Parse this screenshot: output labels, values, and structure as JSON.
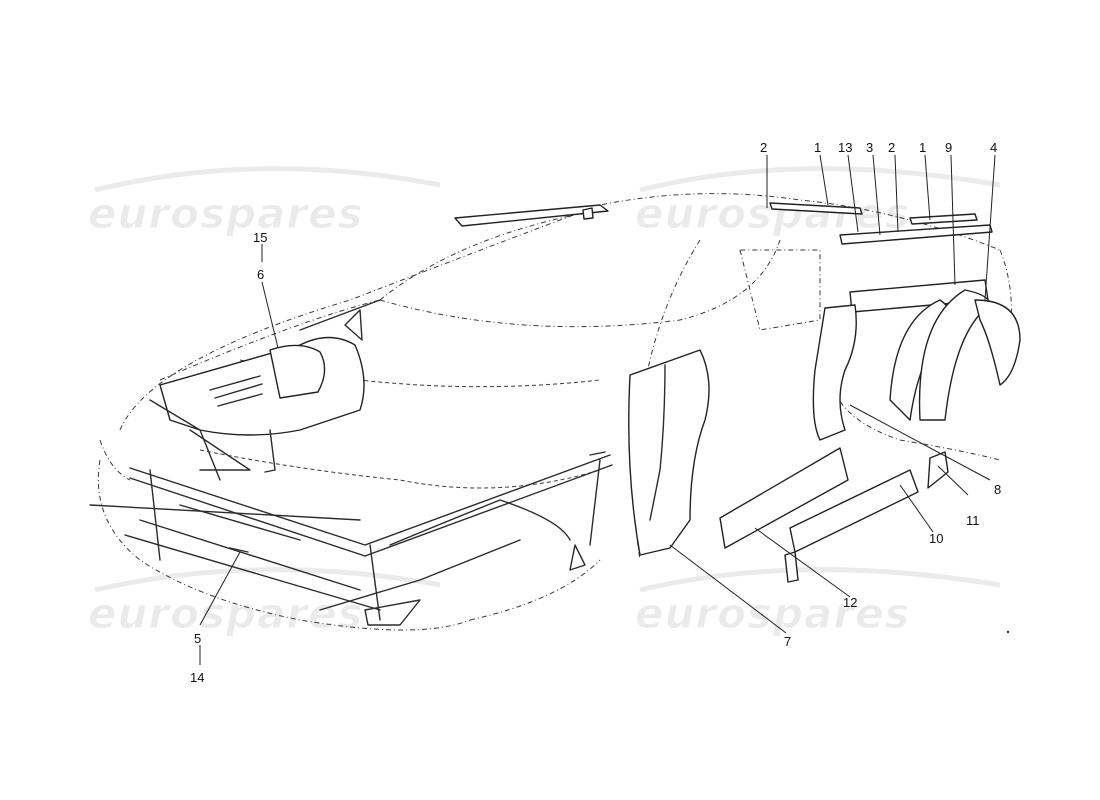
{
  "watermark": {
    "text": "eurospares",
    "color": "#d9d9d9"
  },
  "callouts": [
    {
      "id": "c2a",
      "label": "2"
    },
    {
      "id": "c1a",
      "label": "1"
    },
    {
      "id": "c13",
      "label": "13"
    },
    {
      "id": "c3",
      "label": "3"
    },
    {
      "id": "c2b",
      "label": "2"
    },
    {
      "id": "c1b",
      "label": "1"
    },
    {
      "id": "c9",
      "label": "9"
    },
    {
      "id": "c4",
      "label": "4"
    },
    {
      "id": "c15",
      "label": "15"
    },
    {
      "id": "c6",
      "label": "6"
    },
    {
      "id": "c8",
      "label": "8"
    },
    {
      "id": "c11",
      "label": "11"
    },
    {
      "id": "c10",
      "label": "10"
    },
    {
      "id": "c12",
      "label": "12"
    },
    {
      "id": "c7",
      "label": "7"
    },
    {
      "id": "c5",
      "label": "5"
    },
    {
      "id": "c14",
      "label": "14"
    }
  ]
}
